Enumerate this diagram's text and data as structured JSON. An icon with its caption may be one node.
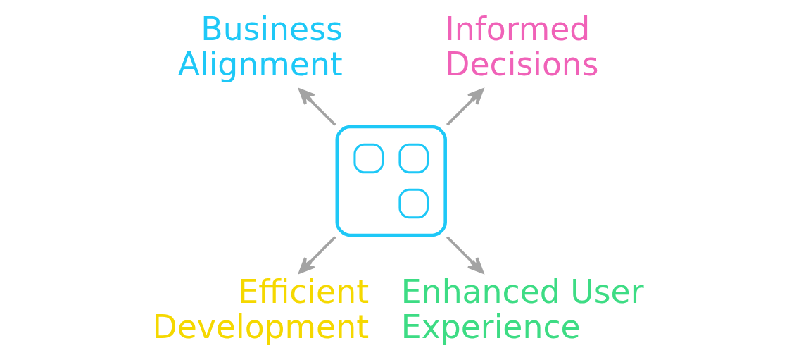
{
  "diagram": {
    "nodes": [
      {
        "text": [],
        "shape": "picture"
      },
      {
        "text": [
          "Business Alignment"
        ]
      },
      {
        "text": [
          "Informed Decisions"
        ]
      },
      {
        "text": [
          "Efficient Development"
        ]
      },
      {
        "text": [
          "Enhanced User Experience"
        ]
      }
    ],
    "edges": [
      {
        "from": 0,
        "to": 1,
        "arrow": "to"
      },
      {
        "from": 0,
        "to": 2,
        "arrow": "to"
      },
      {
        "from": 0,
        "to": 3,
        "arrow": "to"
      },
      {
        "from": 0,
        "to": 4,
        "arrow": "to"
      }
    ]
  }
}
